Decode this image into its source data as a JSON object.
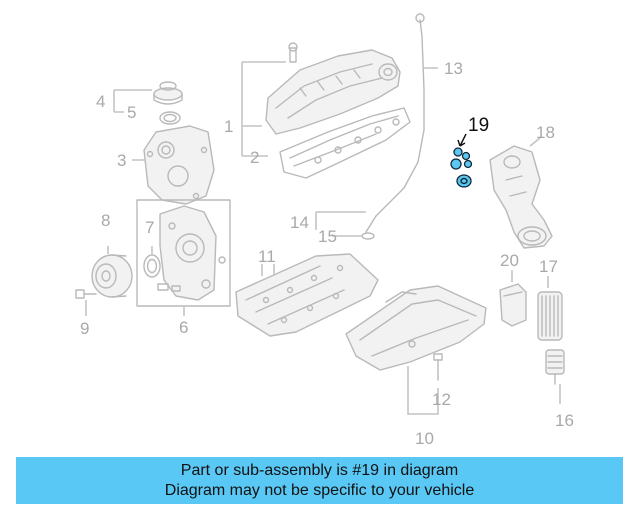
{
  "callouts": [
    {
      "id": "1",
      "text": "1"
    },
    {
      "id": "2",
      "text": "2"
    },
    {
      "id": "3",
      "text": "3"
    },
    {
      "id": "4",
      "text": "4"
    },
    {
      "id": "5",
      "text": "5"
    },
    {
      "id": "6",
      "text": "6"
    },
    {
      "id": "7",
      "text": "7"
    },
    {
      "id": "8",
      "text": "8"
    },
    {
      "id": "9",
      "text": "9"
    },
    {
      "id": "10",
      "text": "10"
    },
    {
      "id": "11",
      "text": "11"
    },
    {
      "id": "12",
      "text": "12"
    },
    {
      "id": "13",
      "text": "13"
    },
    {
      "id": "14",
      "text": "14"
    },
    {
      "id": "15",
      "text": "15"
    },
    {
      "id": "16",
      "text": "16"
    },
    {
      "id": "17",
      "text": "17"
    },
    {
      "id": "18",
      "text": "18"
    },
    {
      "id": "19",
      "text": "19"
    },
    {
      "id": "20",
      "text": "20"
    }
  ],
  "highlighted_part": "19",
  "colors": {
    "highlight_fill": "#5cc7f2",
    "banner_background": "#5ac8f5",
    "line_art": "#b9b9b9",
    "callout_text": "#a9a9a9"
  },
  "banner": {
    "line1": "Part or sub-assembly is #19 in diagram",
    "line2": "Diagram may not be specific to your vehicle"
  }
}
